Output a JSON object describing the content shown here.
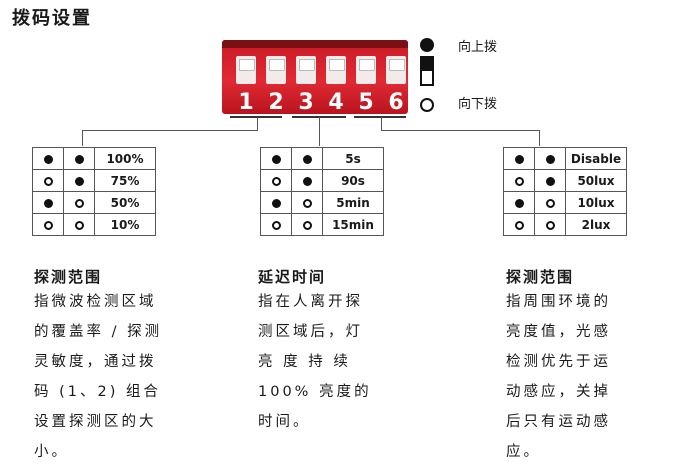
{
  "title": "拨码设置",
  "dip_switch": {
    "numbers": [
      "1",
      "2",
      "3",
      "4",
      "5",
      "6"
    ]
  },
  "legend": {
    "up": "向上拨",
    "down": "向下拨"
  },
  "tables": [
    {
      "rows": [
        {
          "s1": "on",
          "s2": "on",
          "value": "100%"
        },
        {
          "s1": "off",
          "s2": "on",
          "value": "75%"
        },
        {
          "s1": "on",
          "s2": "off",
          "value": "50%"
        },
        {
          "s1": "off",
          "s2": "off",
          "value": "10%"
        }
      ]
    },
    {
      "rows": [
        {
          "s1": "on",
          "s2": "on",
          "value": "5s"
        },
        {
          "s1": "off",
          "s2": "on",
          "value": "90s"
        },
        {
          "s1": "on",
          "s2": "off",
          "value": "5min"
        },
        {
          "s1": "off",
          "s2": "off",
          "value": "15min"
        }
      ]
    },
    {
      "rows": [
        {
          "s1": "on",
          "s2": "on",
          "value": "Disable"
        },
        {
          "s1": "off",
          "s2": "on",
          "value": "50lux"
        },
        {
          "s1": "on",
          "s2": "off",
          "value": "10lux"
        },
        {
          "s1": "off",
          "s2": "off",
          "value": "2lux"
        }
      ]
    }
  ],
  "sections": [
    {
      "heading": "探测范围",
      "text": "指微波检测区域\n的覆盖率 / 探测\n灵敏度，通过拨\n码 (1、2) 组合\n设置探测区的大\n小。"
    },
    {
      "heading": "延迟时间",
      "text": "指在人离开探\n测区域后，灯\n亮 度 持 续\n100% 亮度的\n时间。"
    },
    {
      "heading": "探测范围",
      "text": "指周围环境的\n亮度值，光感\n检测优先于运\n动感应，关掉\n后只有运动感\n应。"
    }
  ]
}
